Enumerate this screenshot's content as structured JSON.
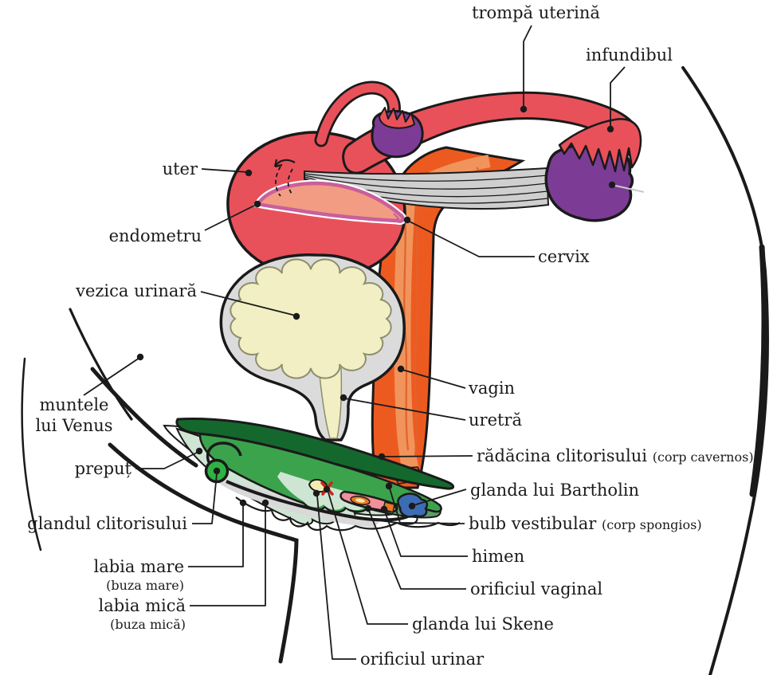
{
  "diagram_subject": "female reproductive system (Romanian labels)",
  "colors": {
    "outline_black": "#1a1a1a",
    "uterus_red": "#E8515A",
    "endometrium_salmon": "#F29C83",
    "endometrium_rim": "#C95F9B",
    "ovary_purple": "#7C3C96",
    "vagina_orange": "#ED5A20",
    "vagina_inner_orange": "#F0945C",
    "bladder_gray": "#DBDBDB",
    "bladder_yellow": "#F1EFC3",
    "ligament_gray": "#CFCFCF",
    "clitoris_dark_green": "#15682D",
    "clitoris_green": "#3BA34C",
    "glans_green": "#2FB244",
    "prepuce_mint": "#CFE5D3",
    "vulva_sage_green": "#5A9E68",
    "bartholin_blue": "#3C6CB4",
    "bulb_pink": "#F0909A",
    "himen_orange": "#E8791F",
    "urethra_yellow": "#F1EDC0"
  },
  "labels": {
    "trompa_uterina": {
      "text": "trompă uterină"
    },
    "infundibul": {
      "text": "infundibul"
    },
    "uter": {
      "text": "uter"
    },
    "endometru": {
      "text": "endometru"
    },
    "cervix": {
      "text": "cervix"
    },
    "vezica_urinara": {
      "text": "vezica urinară"
    },
    "muntele_lui_venus": {
      "line1": "muntele",
      "line2": "lui Venus"
    },
    "vagin": {
      "text": "vagin"
    },
    "uretra": {
      "text": "uretră"
    },
    "radacina_clitorisului": {
      "text": "rădăcina clitorisului",
      "paren": "(corp cavernos)"
    },
    "preput": {
      "text": "prepuț"
    },
    "glanda_bartholin": {
      "text": "glanda lui Bartholin"
    },
    "glandul_clitorisului": {
      "text": "glandul clitorisului"
    },
    "bulb_vestibular": {
      "text": "bulb vestibular",
      "paren": "(corp spongios)"
    },
    "himen": {
      "text": "himen"
    },
    "labia_mare": {
      "text": "labia mare",
      "paren": "(buza mare)"
    },
    "orificiul_vaginal": {
      "text": "orificiul vaginal"
    },
    "labia_mica": {
      "text": "labia mică",
      "paren": "(buza mică)"
    },
    "glanda_skene": {
      "text": "glanda lui Skene"
    },
    "orificiul_urinar": {
      "text": "orificiul urinar"
    }
  }
}
